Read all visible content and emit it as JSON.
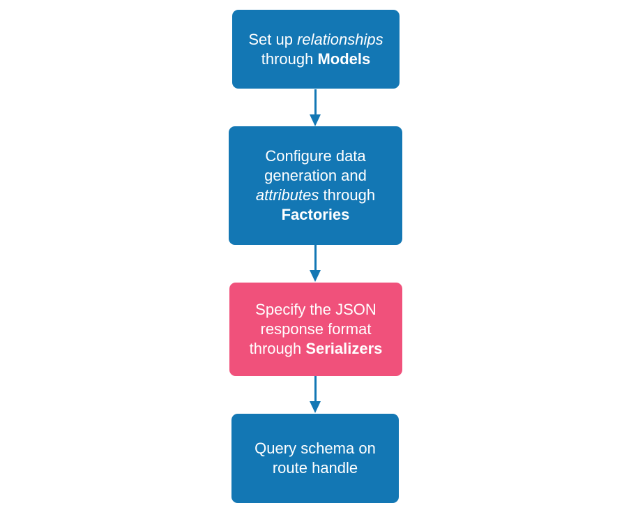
{
  "colors": {
    "node_blue": "#1377b4",
    "node_pink": "#f0517b",
    "arrow": "#1377b4",
    "text_on_node": "#ffffff",
    "background": "#ffffff"
  },
  "flowchart": {
    "steps": [
      {
        "name": "models",
        "color": "blue",
        "full_text": "Set up relationships through Models",
        "lines": [
          {
            "segments": [
              {
                "text": "Set up ",
                "style": "normal"
              },
              {
                "text": "relationships",
                "style": "italic"
              }
            ]
          },
          {
            "segments": [
              {
                "text": "through ",
                "style": "normal"
              },
              {
                "text": "Models",
                "style": "bold"
              }
            ]
          }
        ]
      },
      {
        "name": "factories",
        "color": "blue",
        "full_text": "Configure data generation and attributes through Factories",
        "lines": [
          {
            "segments": [
              {
                "text": "Configure data",
                "style": "normal"
              }
            ]
          },
          {
            "segments": [
              {
                "text": "generation and",
                "style": "normal"
              }
            ]
          },
          {
            "segments": [
              {
                "text": "attributes",
                "style": "italic"
              },
              {
                "text": " through",
                "style": "normal"
              }
            ]
          },
          {
            "segments": [
              {
                "text": "Factories",
                "style": "bold"
              }
            ]
          }
        ]
      },
      {
        "name": "serializers",
        "color": "pink",
        "full_text": "Specify the JSON response format through Serializers",
        "lines": [
          {
            "segments": [
              {
                "text": "Specify the JSON",
                "style": "normal"
              }
            ]
          },
          {
            "segments": [
              {
                "text": "response format",
                "style": "normal"
              }
            ]
          },
          {
            "segments": [
              {
                "text": "through ",
                "style": "normal"
              },
              {
                "text": "Serializers",
                "style": "bold"
              }
            ]
          }
        ]
      },
      {
        "name": "query-schema",
        "color": "blue",
        "full_text": "Query schema on route handle",
        "lines": [
          {
            "segments": [
              {
                "text": "Query schema on",
                "style": "normal"
              }
            ]
          },
          {
            "segments": [
              {
                "text": "route handle",
                "style": "normal"
              }
            ]
          }
        ]
      }
    ],
    "connections": [
      {
        "from": "models",
        "to": "factories"
      },
      {
        "from": "factories",
        "to": "serializers"
      },
      {
        "from": "serializers",
        "to": "query-schema"
      }
    ]
  }
}
